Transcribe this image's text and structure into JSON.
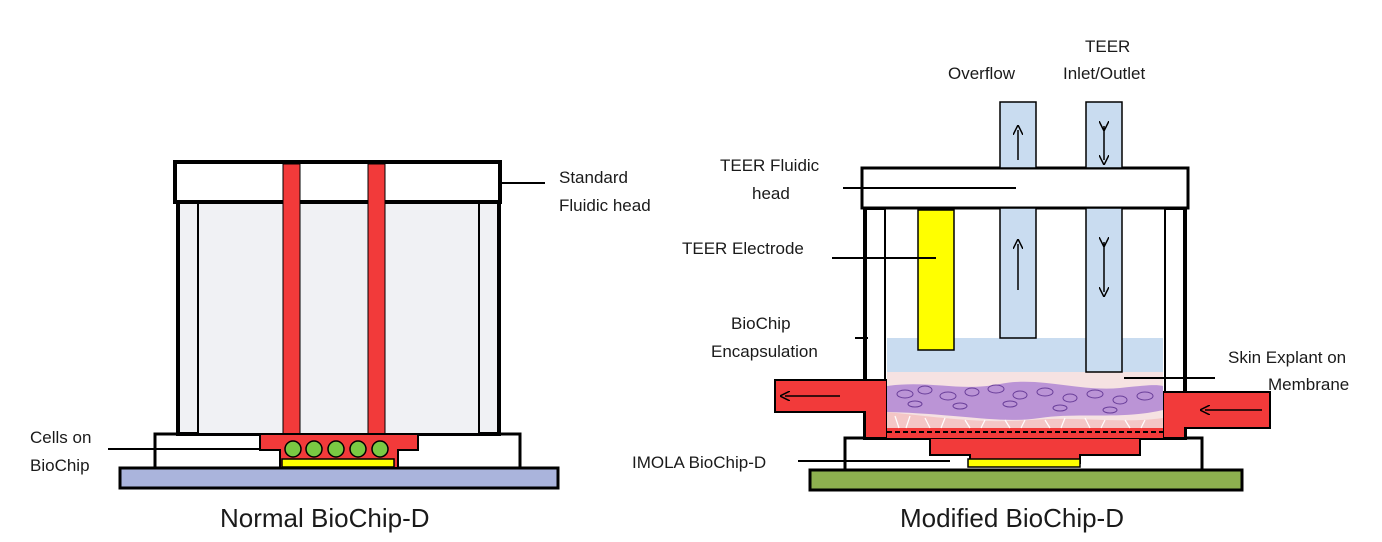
{
  "left": {
    "caption": "Normal BioChip-D",
    "labels": {
      "fluidic_head": [
        "Standard",
        "Fluidic head"
      ],
      "cells": [
        "Cells on",
        "BioChip"
      ]
    }
  },
  "right": {
    "caption": "Modified BioChip-D",
    "labels": {
      "overflow": "Overflow",
      "teer_port": [
        "TEER",
        "Inlet/Outlet"
      ],
      "fluidic_head": [
        "TEER Fluidic",
        "head"
      ],
      "electrode": "TEER Electrode",
      "encapsulation": [
        "BioChip",
        "Encapsulation"
      ],
      "skin": [
        "Skin Explant on",
        "Membrane"
      ],
      "imola": "IMOLA BioChip-D"
    }
  },
  "colors": {
    "flow_red": "#f23a3a",
    "electrode_yellow": "#ffff00",
    "cell_green": "#7ac943",
    "base_blue": "#aab4dc",
    "base_green": "#8db04f",
    "medium_blue": "#c9dcf0",
    "chamber_gray": "#f0f1f4",
    "skin_pink": "#f4c6c6",
    "skin_purple": "#a77ad2"
  }
}
